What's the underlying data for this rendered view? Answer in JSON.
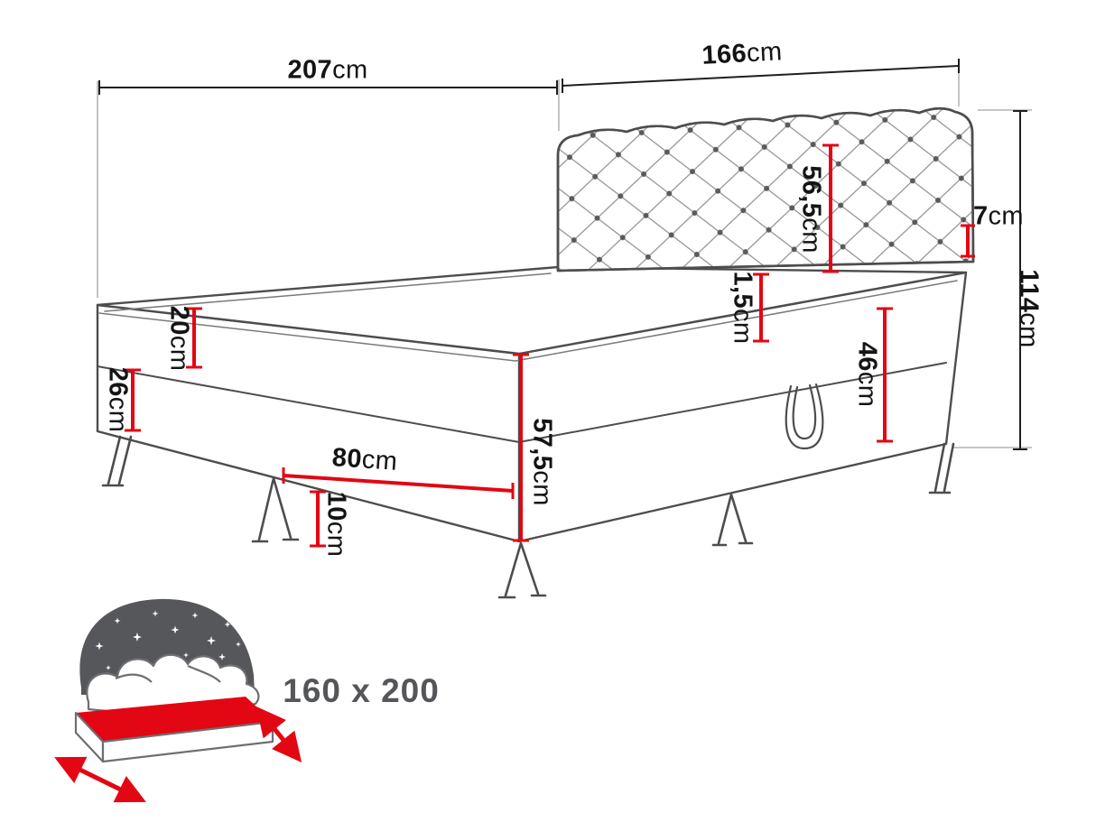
{
  "bed_badge": {
    "size": "160 x 200"
  },
  "colors": {
    "accent_red": "#e30613",
    "line_gray": "#4d4d4d",
    "badge_gray": "#55565a"
  },
  "icons": {
    "bottom_left": "bed-size-icon"
  },
  "dims": {
    "length": {
      "value": "207",
      "unit": "cm"
    },
    "headboard_width": {
      "value": "166",
      "unit": "cm"
    },
    "headboard_height": {
      "value": "56,5",
      "unit": "cm"
    },
    "headboard_depth": {
      "value": "7",
      "unit": "cm"
    },
    "total_height": {
      "value": "114",
      "unit": "cm"
    },
    "mattress_height": {
      "value": "20",
      "unit": "cm"
    },
    "base_section_height": {
      "value": "26",
      "unit": "cm"
    },
    "topper_height": {
      "value": "1,5",
      "unit": "cm"
    },
    "side_height": {
      "value": "46",
      "unit": "cm"
    },
    "storage_width": {
      "value": "80",
      "unit": "cm"
    },
    "front_height": {
      "value": "57,5",
      "unit": "cm"
    },
    "leg_height": {
      "value": "10",
      "unit": "cm"
    }
  }
}
